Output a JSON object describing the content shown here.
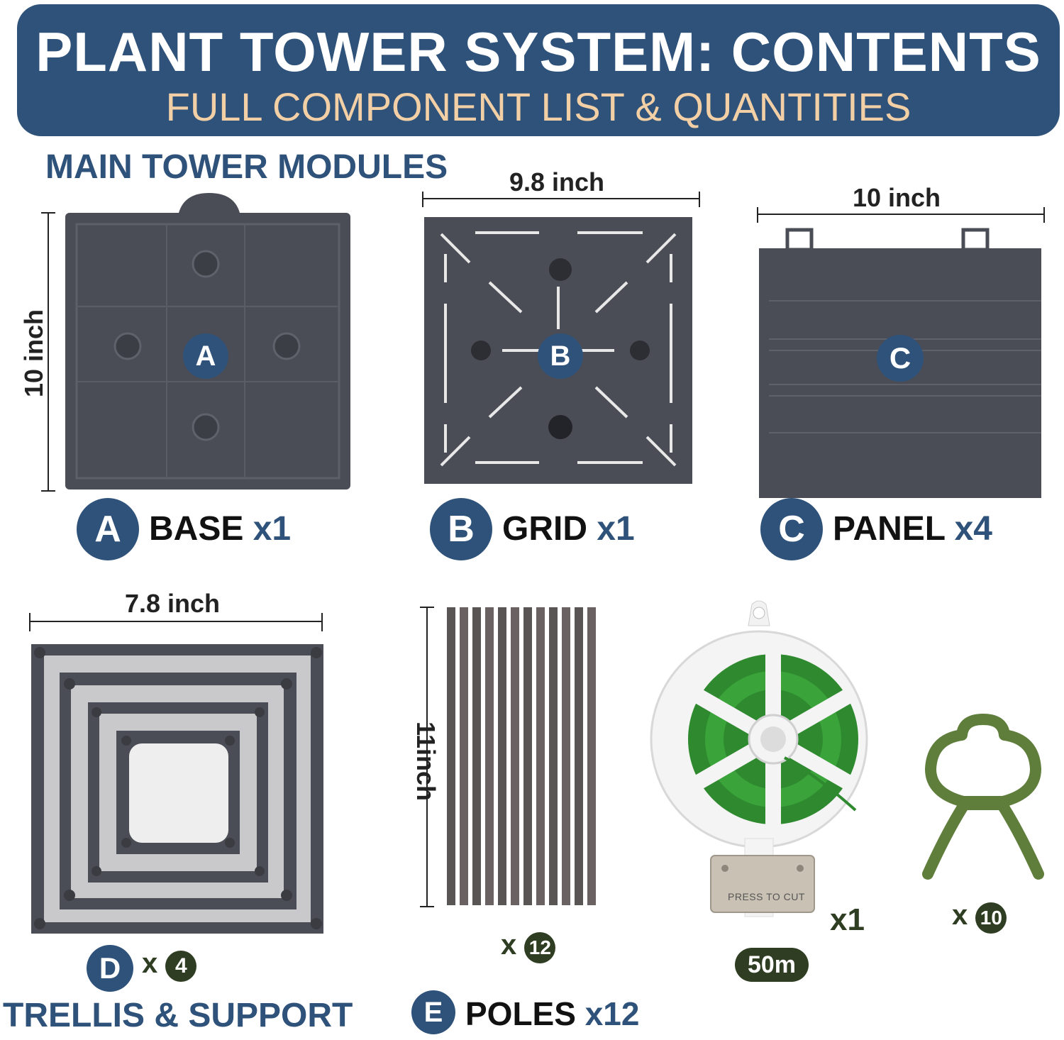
{
  "header": {
    "title": "PLANT TOWER SYSTEM: CONTENTS",
    "subtitle": "FULL COMPONENT LIST & QUANTITIES"
  },
  "sections": {
    "main": "MAIN TOWER MODULES",
    "trellis": "TRELLIS & SUPPORT"
  },
  "dimensions": {
    "base_height": "10 inch",
    "grid_width": "9.8 inch",
    "panel_width": "10 inch",
    "trellis_width": "7.8 inch",
    "pole_length": "11inch"
  },
  "items": {
    "base": {
      "letter": "A",
      "name": "BASE",
      "qty": "x1"
    },
    "grid": {
      "letter": "B",
      "name": "GRID",
      "qty": "x1"
    },
    "panel": {
      "letter": "C",
      "name": "PANEL",
      "qty": "x4"
    },
    "trellis": {
      "letter": "D",
      "x": "x",
      "count": "4"
    },
    "poles": {
      "letter": "E",
      "name": "POLES",
      "qty": "x12",
      "x": "x",
      "count": "12"
    },
    "wire": {
      "qty": "x1",
      "length": "50m",
      "cutter_text": "PRESS TO CUT"
    },
    "clips": {
      "x": "x",
      "count": "10"
    }
  },
  "colors": {
    "navy": "#2f527a",
    "peach": "#f3cfa6",
    "dark_green": "#2f3d22",
    "product_gray": "#4a4d55"
  }
}
